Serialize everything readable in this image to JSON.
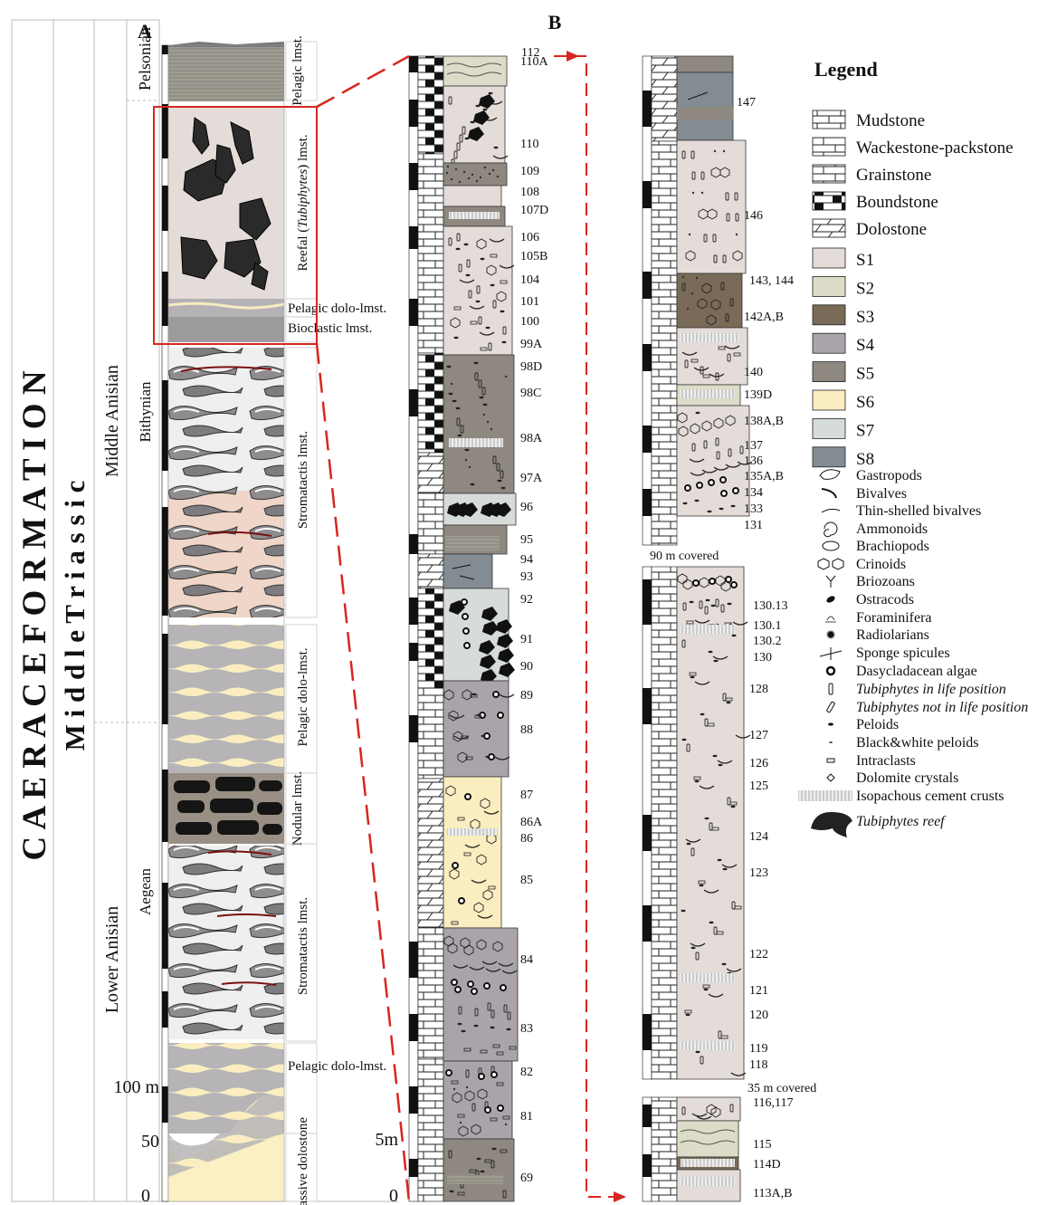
{
  "panels": {
    "a": "A",
    "b": "B"
  },
  "column_a": {
    "formation": "C A E R A C E   F O R M A T I O N",
    "system": "M i d d l e   T r i a s s i c",
    "stage_middle": "Middle Anisian",
    "stage_lower": "Lower Anisian",
    "substage_pelsonian": "Pelsonian",
    "substage_bithynian": "Bithynian",
    "substage_aegean": "Aegean",
    "scale": [
      "100 m",
      "50",
      "0"
    ],
    "units": [
      {
        "label": "Pelagic lmst."
      },
      {
        "label_parts": [
          "Reefal (",
          "Tubiphytes",
          ") lmst."
        ]
      },
      {
        "label": "Pelagic dolo-lmst."
      },
      {
        "label": "Bioclastic lmst."
      },
      {
        "label": "Stromatactis lmst."
      },
      {
        "label": "Pelagic dolo-lmst."
      },
      {
        "label": "Nodular lmst."
      },
      {
        "label": "Stromatactis lmst."
      },
      {
        "label": "Pelagic dolo-lmst."
      },
      {
        "label": "Massive dolostone"
      }
    ]
  },
  "column_b": {
    "scale": [
      "5m",
      "0"
    ],
    "samples_1": [
      "112",
      "110A",
      "110",
      "109",
      "108",
      "107D",
      "106",
      "105B",
      "104",
      "101",
      "100",
      "99A",
      "98D",
      "98C",
      "98A",
      "97A",
      "96",
      "95",
      "94",
      "93",
      "92",
      "91",
      "90",
      "89",
      "88",
      "87",
      "86A",
      "86",
      "85",
      "84",
      "83",
      "82",
      "81",
      "69"
    ],
    "samples_2": [
      "147",
      "146",
      "143, 144",
      "142A,B",
      "140",
      "139D",
      "138A,B",
      "137",
      "136",
      "135A,B",
      "134",
      "133",
      "131"
    ],
    "covered_1": "90 m covered",
    "samples_3": [
      "130.13",
      "130.1",
      "130.2",
      "130",
      "128",
      "127",
      "126",
      "125",
      "124",
      "123",
      "122",
      "121",
      "120",
      "119",
      "118"
    ],
    "covered_2": "35 m covered",
    "samples_4": [
      "116,117",
      "115",
      "114D",
      "113A,B"
    ]
  },
  "legend": {
    "title": "Legend",
    "lithologies": [
      "Mudstone",
      "Wackestone-packstone",
      "Grainstone",
      "Boundstone",
      "Dolostone"
    ],
    "facies": [
      {
        "label": "S1",
        "color": "#e4dcd8"
      },
      {
        "label": "S2",
        "color": "#dcdcc8"
      },
      {
        "label": "S3",
        "color": "#7a6a58"
      },
      {
        "label": "S4",
        "color": "#aaa4aa"
      },
      {
        "label": "S5",
        "color": "#8e8880"
      },
      {
        "label": "S6",
        "color": "#faedc0"
      },
      {
        "label": "S7",
        "color": "#d6dcd8"
      },
      {
        "label": "S8",
        "color": "#828c92"
      }
    ],
    "symbols": [
      {
        "label": "Gastropods",
        "icon": "gastropod-icon"
      },
      {
        "label": "Bivalves",
        "icon": "bivalve-icon"
      },
      {
        "label": "Thin-shelled bivalves",
        "icon": "thin-bivalve-icon"
      },
      {
        "label": "Ammonoids",
        "icon": "ammonoid-icon"
      },
      {
        "label": "Brachiopods",
        "icon": "brachiopod-icon"
      },
      {
        "label": "Crinoids",
        "icon": "crinoid-icon"
      },
      {
        "label": "Briozoans",
        "icon": "briozoan-icon"
      },
      {
        "label": "Ostracods",
        "icon": "ostracod-icon"
      },
      {
        "label": "Foraminifera",
        "icon": "foraminifera-icon"
      },
      {
        "label": "Radiolarians",
        "icon": "radiolarian-icon"
      },
      {
        "label": "Sponge spicules",
        "icon": "sponge-spicule-icon"
      },
      {
        "label": "Dasycladacean algae",
        "icon": "dasycladacean-icon"
      },
      {
        "label_parts": [
          "Tubiphytes",
          " in life position"
        ],
        "icon": "tubiphytes-life-icon"
      },
      {
        "label_parts": [
          "Tubiphytes",
          " not in life position"
        ],
        "icon": "tubiphytes-not-life-icon"
      },
      {
        "label": "Peloids",
        "icon": "peloid-icon"
      },
      {
        "label": "Black&white peloids",
        "icon": "bw-peloid-icon"
      },
      {
        "label": "Intraclasts",
        "icon": "intraclast-icon"
      },
      {
        "label": "Dolomite crystals",
        "icon": "dolomite-crystal-icon"
      },
      {
        "label": "Isopachous cement crusts",
        "icon": "cement-crust-icon"
      },
      {
        "label_parts": [
          "Tubiphytes",
          " reef"
        ],
        "icon": "tubiphytes-reef-icon"
      }
    ]
  },
  "colors": {
    "red": "#d7261f",
    "dark": "#1a1a1a",
    "stroma": "#c7c4c6"
  }
}
